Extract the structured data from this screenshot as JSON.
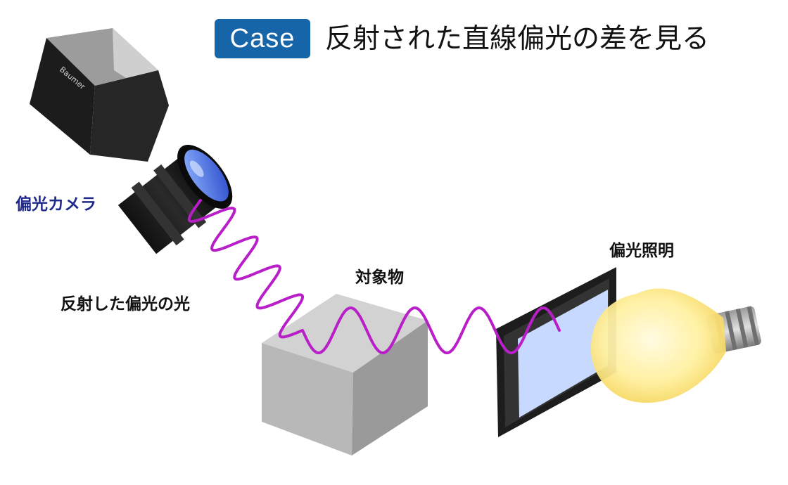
{
  "header": {
    "badge": "Case",
    "title": "反射された直線偏光の差を見る"
  },
  "labels": {
    "camera": "偏光カメラ",
    "light": "偏光照明",
    "object": "対象物",
    "reflected_light": "反射した偏光の光"
  },
  "camera_brand": "Baumer",
  "colors": {
    "badge": "#1565a8",
    "wave": "#b81fc9",
    "camera_label": "#1f2a8c",
    "filter_glass": "#c7d9ff",
    "bulb": "#fff0a0"
  },
  "icons": [
    "camera-icon",
    "lens-icon",
    "cube-icon",
    "polarizer-filter-icon",
    "light-bulb-icon",
    "wave-icon"
  ]
}
